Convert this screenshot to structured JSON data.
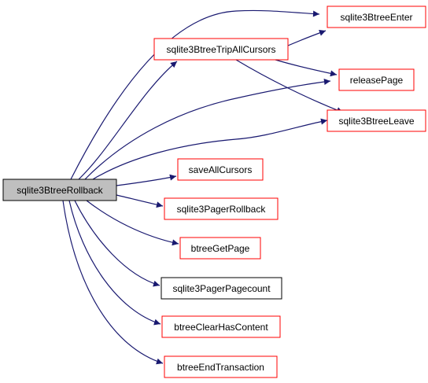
{
  "colors": {
    "edge": "#191970",
    "node_border_linked": "#ff0000",
    "node_border_plain": "#000000",
    "root_fill": "#bfbfbf",
    "node_fill": "#ffffff"
  },
  "diagram": {
    "root": {
      "id": "sqlite3BtreeRollback",
      "label": "sqlite3BtreeRollback"
    },
    "nodes": [
      {
        "id": "sqlite3BtreeEnter",
        "label": "sqlite3BtreeEnter"
      },
      {
        "id": "sqlite3BtreeTripAllCursors",
        "label": "sqlite3BtreeTripAllCursors"
      },
      {
        "id": "releasePage",
        "label": "releasePage"
      },
      {
        "id": "sqlite3BtreeLeave",
        "label": "sqlite3BtreeLeave"
      },
      {
        "id": "saveAllCursors",
        "label": "saveAllCursors"
      },
      {
        "id": "sqlite3PagerRollback",
        "label": "sqlite3PagerRollback"
      },
      {
        "id": "btreeGetPage",
        "label": "btreeGetPage"
      },
      {
        "id": "sqlite3PagerPagecount",
        "label": "sqlite3PagerPagecount"
      },
      {
        "id": "btreeClearHasContent",
        "label": "btreeClearHasContent"
      },
      {
        "id": "btreeEndTransaction",
        "label": "btreeEndTransaction"
      }
    ],
    "edges": [
      {
        "from": "sqlite3BtreeRollback",
        "to": "sqlite3BtreeEnter"
      },
      {
        "from": "sqlite3BtreeRollback",
        "to": "sqlite3BtreeTripAllCursors"
      },
      {
        "from": "sqlite3BtreeRollback",
        "to": "releasePage"
      },
      {
        "from": "sqlite3BtreeRollback",
        "to": "sqlite3BtreeLeave"
      },
      {
        "from": "sqlite3BtreeRollback",
        "to": "saveAllCursors"
      },
      {
        "from": "sqlite3BtreeRollback",
        "to": "sqlite3PagerRollback"
      },
      {
        "from": "sqlite3BtreeRollback",
        "to": "btreeGetPage"
      },
      {
        "from": "sqlite3BtreeRollback",
        "to": "sqlite3PagerPagecount"
      },
      {
        "from": "sqlite3BtreeRollback",
        "to": "btreeClearHasContent"
      },
      {
        "from": "sqlite3BtreeRollback",
        "to": "btreeEndTransaction"
      },
      {
        "from": "sqlite3BtreeTripAllCursors",
        "to": "sqlite3BtreeEnter"
      },
      {
        "from": "sqlite3BtreeTripAllCursors",
        "to": "releasePage"
      },
      {
        "from": "sqlite3BtreeTripAllCursors",
        "to": "sqlite3BtreeLeave"
      }
    ]
  }
}
